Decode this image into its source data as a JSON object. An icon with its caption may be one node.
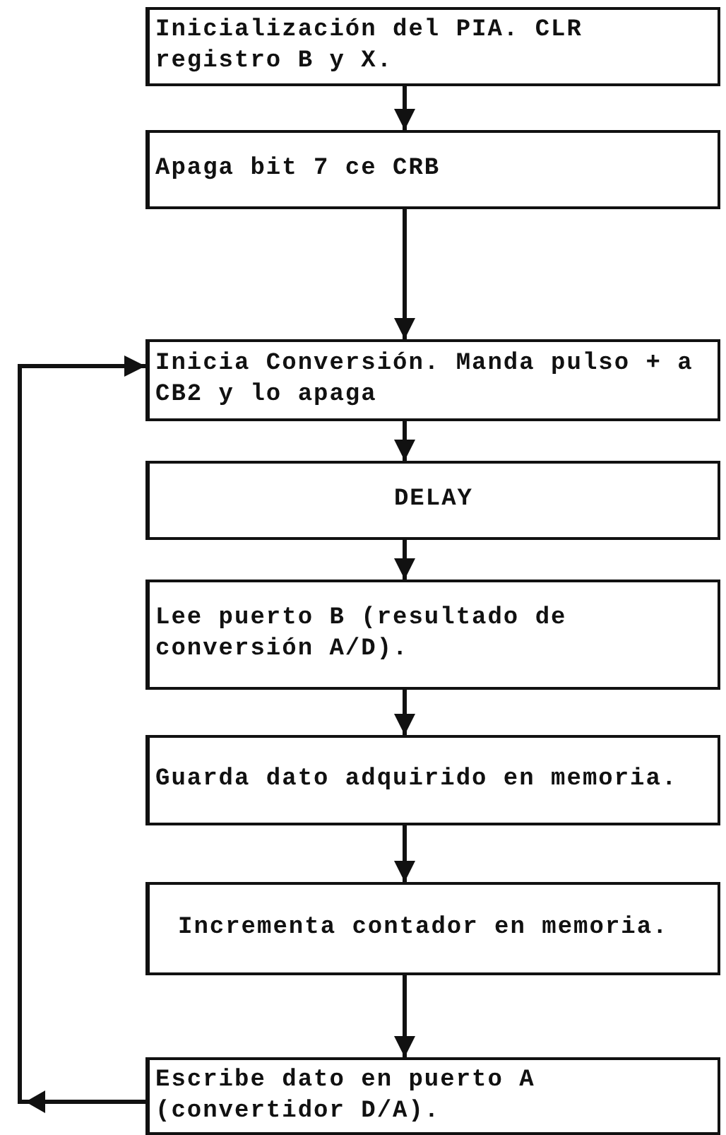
{
  "diagram": {
    "nodes": [
      {
        "text": [
          "Inicialización del PIA. CLR registro B y X."
        ]
      },
      {
        "text": [
          "Apaga bit 7 ce CRB"
        ]
      },
      {
        "text": [
          "Inicia Conversión. Manda pulso + a CB2 y lo apaga"
        ]
      },
      {
        "text": [
          "DELAY"
        ]
      },
      {
        "text": [
          "Lee puerto B (resultado de conversión A/D)."
        ]
      },
      {
        "text": [
          "Guarda dato adquirido en memoria."
        ]
      },
      {
        "text": [
          "Incrementa contador en memoria."
        ]
      },
      {
        "text": [
          "Escribe dato en puerto A (convertidor D/A)."
        ]
      }
    ],
    "edges": [
      {
        "from": 0,
        "to": 1,
        "arrow": "to"
      },
      {
        "from": 1,
        "to": 2,
        "arrow": "to"
      },
      {
        "from": 2,
        "to": 3,
        "arrow": "to"
      },
      {
        "from": 3,
        "to": 4,
        "arrow": "to"
      },
      {
        "from": 4,
        "to": 5,
        "arrow": "to"
      },
      {
        "from": 5,
        "to": 6,
        "arrow": "to"
      },
      {
        "from": 6,
        "to": 7,
        "arrow": "to"
      },
      {
        "from": 7,
        "to": 2,
        "arrow": "to"
      }
    ]
  }
}
